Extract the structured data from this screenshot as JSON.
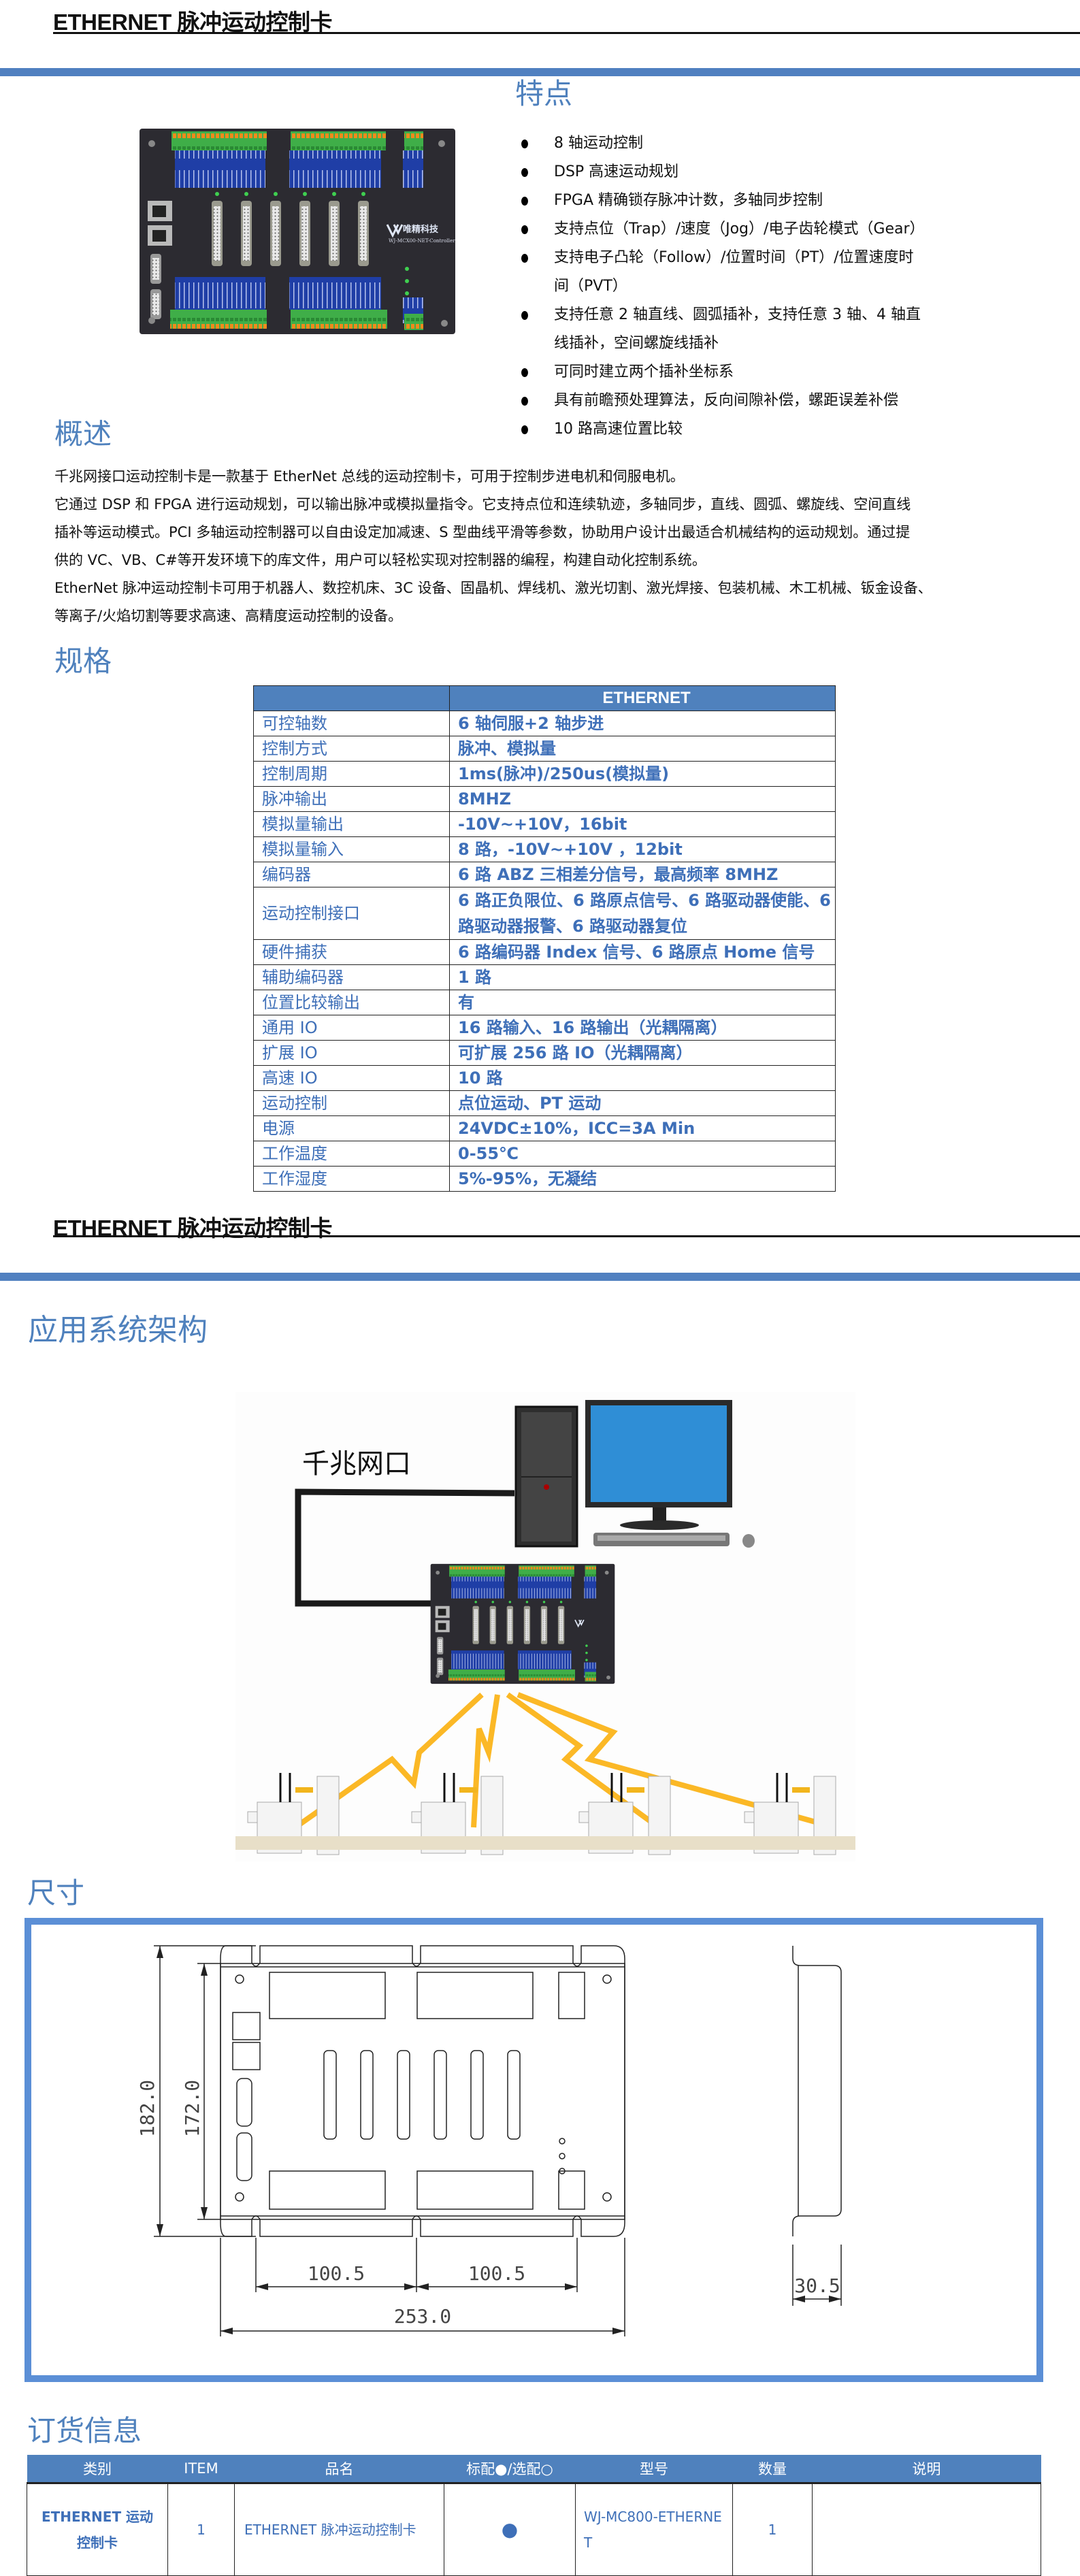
{
  "doc_title": "ETHERNET 脉冲运动控制卡",
  "features": {
    "heading": "特点",
    "items": [
      "8 轴运动控制",
      "DSP 高速运动规划",
      "FPGA 精确锁存脉冲计数，多轴同步控制",
      "支持点位（Trap）/速度（Jog）/电子齿轮模式（Gear）",
      "支持电子凸轮（Follow）/位置时间（PT）/位置速度时间（PVT）",
      "支持任意 2 轴直线、圆弧插补，支持任意 3 轴、4 轴直线插补，空间螺旋线插补",
      "可同时建立两个插补坐标系",
      "具有前瞻预处理算法，反向间隙补偿，螺距误差补偿",
      "10 路高速位置比较"
    ]
  },
  "product_image": {
    "brand": "唯精科技",
    "model_label": "WJ-MCX00-NET-Controller"
  },
  "overview": {
    "heading": "概述",
    "lines": [
      "千兆网接口运动控制卡是一款基于 EtherNet 总线的运动控制卡，可用于控制步进电机和伺服电机。",
      "它通过 DSP 和 FPGA 进行运动规划，可以输出脉冲或模拟量指令。它支持点位和连续轨迹，多轴同步，直线、圆弧、螺旋线、空间直线",
      "插补等运动模式。PCI 多轴运动控制器可以自由设定加减速、S 型曲线平滑等参数，协助用户设计出最适合机械结构的运动规划。通过提",
      "供的 VC、VB、C#等开发环境下的库文件，用户可以轻松实现对控制器的编程，构建自动化控制系统。",
      "EtherNet 脉冲运动控制卡可用于机器人、数控机床、3C 设备、固晶机、焊线机、激光切割、激光焊接、包装机械、木工机械、钣金设备、",
      "等离子/火焰切割等要求高速、高精度运动控制的设备。"
    ]
  },
  "specs": {
    "heading": "规格",
    "column_header": "ETHERNET",
    "rows": [
      {
        "k": "可控轴数",
        "v": "6 轴伺服+2 轴步进"
      },
      {
        "k": "控制方式",
        "v": "脉冲、模拟量"
      },
      {
        "k": "控制周期",
        "v": "1ms(脉冲)/250us(模拟量)"
      },
      {
        "k": "脉冲输出",
        "v": "8MHZ"
      },
      {
        "k": "模拟量输出",
        "v": "-10V~+10V，16bit"
      },
      {
        "k": "模拟量输入",
        "v": "8 路，-10V~+10V ，12bit"
      },
      {
        "k": "编码器",
        "v": "6 路 ABZ 三相差分信号，最高频率 8MHZ"
      },
      {
        "k": "运动控制接口",
        "v": "6 路正负限位、6 路原点信号、6 路驱动器使能、6 路驱动器报警、6 路驱动器复位"
      },
      {
        "k": "硬件捕获",
        "v": "6 路编码器 Index 信号、6 路原点 Home 信号"
      },
      {
        "k": "辅助编码器",
        "v": "1 路"
      },
      {
        "k": "位置比较输出",
        "v": "有"
      },
      {
        "k": "通用 IO",
        "v": "16 路输入、16 路输出（光耦隔离）"
      },
      {
        "k": "扩展 IO",
        "v": "可扩展 256 路 IO（光耦隔离）"
      },
      {
        "k": "高速 IO",
        "v": "10 路"
      },
      {
        "k": "运动控制",
        "v": "点位运动、PT 运动"
      },
      {
        "k": "电源",
        "v": "24VDC±10%，ICC=3A Min"
      },
      {
        "k": "工作温度",
        "v": "0-55℃"
      },
      {
        "k": "工作湿度",
        "v": "5%-95%，无凝结"
      }
    ]
  },
  "architecture": {
    "heading": "应用系统架构",
    "network_label": "千兆网口"
  },
  "dimensions": {
    "heading": "尺寸",
    "height_outer": "182.0",
    "height_inner": "172.0",
    "pitch_left": "100.5",
    "pitch_right": "100.5",
    "width_total": "253.0",
    "depth": "30.5"
  },
  "order": {
    "heading": "订货信息",
    "headers": [
      "类别",
      "ITEM",
      "品名",
      "标配●/选配○",
      "型号",
      "数量",
      "说明"
    ],
    "row": {
      "category": "ETHERNET 运动控制卡",
      "item": "1",
      "name": "ETHERNET 脉冲运动控制卡",
      "standard": "●",
      "model": "WJ-MC800-ETHERNET",
      "qty": "1",
      "note": ""
    }
  },
  "colors": {
    "accent": "#4f81bd",
    "bar": "#5080c0",
    "lightning": "#fbb826"
  }
}
